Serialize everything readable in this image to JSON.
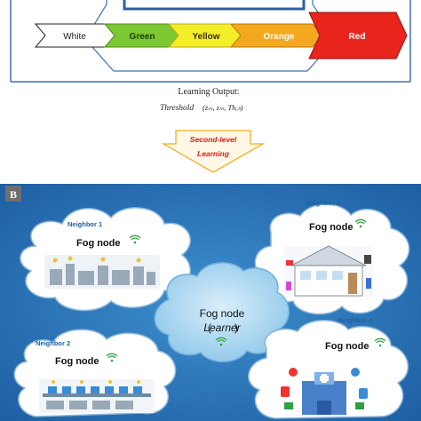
{
  "panel_a": {
    "levels": [
      "White",
      "Green",
      "Yellow",
      "Orange",
      "Red"
    ],
    "colors": {
      "white": "#ffffff",
      "green": "#7cc832",
      "yellow": "#f4ee28",
      "orange": "#f4a81d",
      "red": "#e8241c"
    },
    "learning_output_title": "Learning Output:",
    "threshold_label": "Threshold",
    "threshold_params": "(zₘ, zₘ, Thₒₗₗ)",
    "second_level_line1": "Second-level",
    "second_level_line2": "Learning"
  },
  "panel_b": {
    "panel_label": "B",
    "background_color": "#1f78b4",
    "neighbors": [
      {
        "label": "Neighbor 1",
        "node": "Fog node"
      },
      {
        "label": "Neighbor 2",
        "node": "Fog node"
      },
      {
        "label": "Neighbor 3",
        "node": "Fog node"
      },
      {
        "label": "Neighbor 4",
        "node": "Fog node"
      }
    ],
    "center": {
      "node": "Fog node",
      "learner": "Learner"
    }
  }
}
